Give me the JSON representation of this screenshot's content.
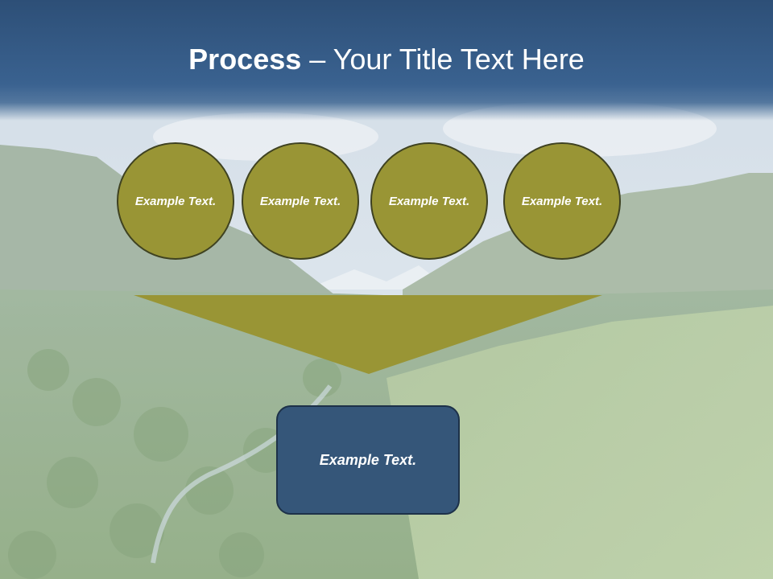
{
  "title": {
    "bold": "Process",
    "rest": " – Your Title Text Here"
  },
  "process_steps": [
    {
      "label": "Example Text."
    },
    {
      "label": "Example Text."
    },
    {
      "label": "Example Text."
    },
    {
      "label": "Example Text."
    }
  ],
  "result": {
    "label": "Example Text."
  },
  "colors": {
    "title_bar": "#2d4f77",
    "circle_fill": "#999535",
    "circle_border": "#3f4221",
    "arrow_fill": "#999535",
    "result_fill": "#355679"
  }
}
